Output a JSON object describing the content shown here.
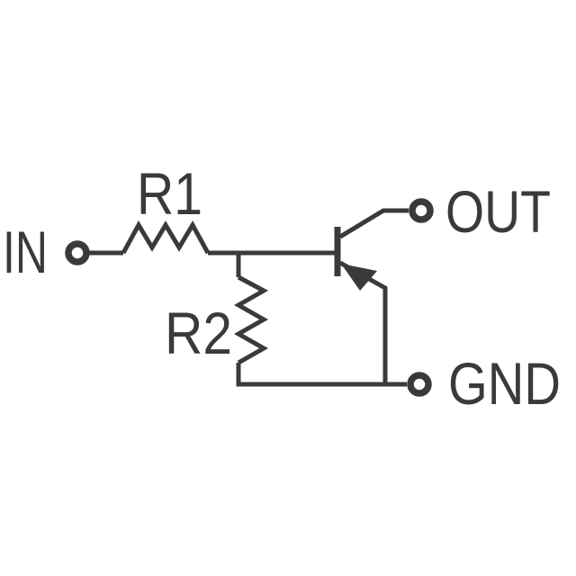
{
  "colors": {
    "line": "#3a3a3a",
    "background": "#ffffff"
  },
  "labels": {
    "in": "IN",
    "r1": "R1",
    "r2": "R2",
    "out": "OUT",
    "gnd": "GND"
  }
}
